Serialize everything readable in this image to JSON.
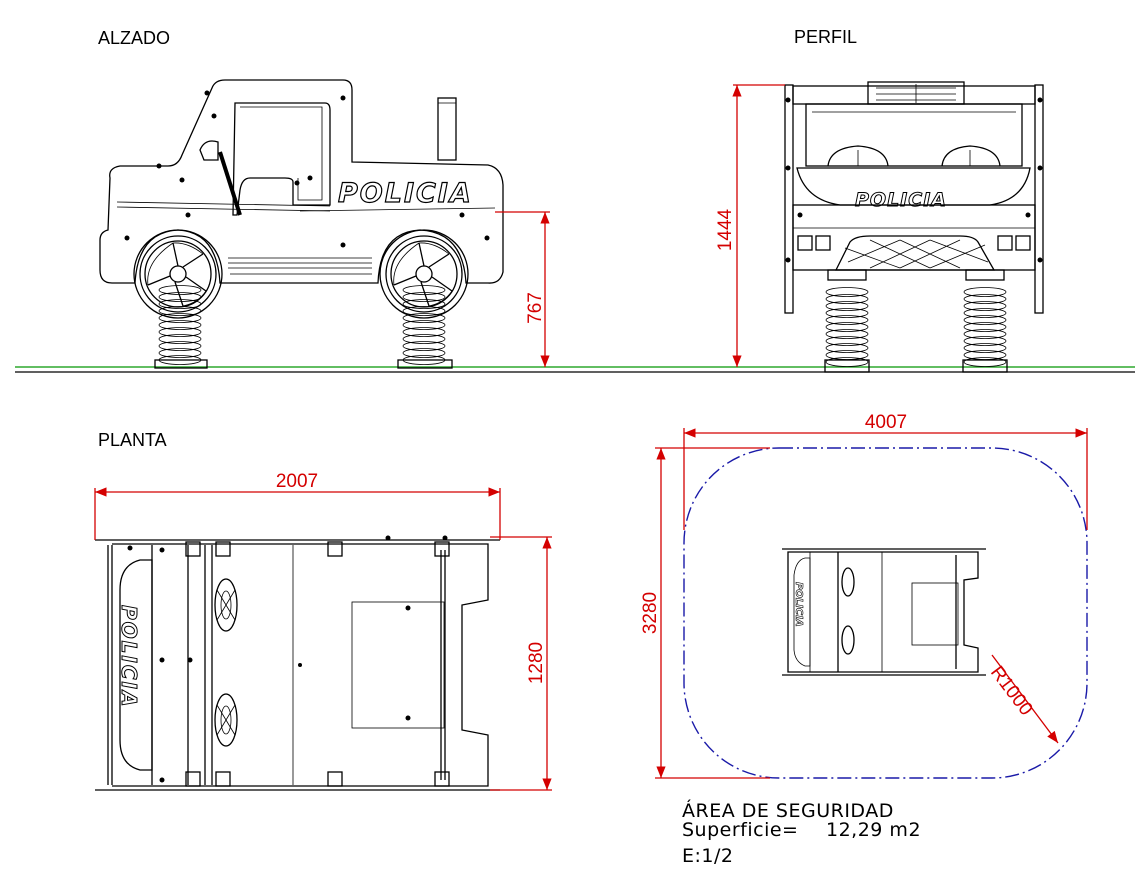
{
  "views": {
    "elevation_title": "ALZADO",
    "profile_title": "PERFIL",
    "plan_title": "PLANTA"
  },
  "vehicle_lettering": "POLICIA",
  "dimensions": {
    "elevation_height": "767",
    "profile_height": "1444",
    "plan_length": "2007",
    "plan_width": "1280",
    "area_length": "4007",
    "area_width": "3280",
    "area_radius": "R1000"
  },
  "safety_area": {
    "title": "ÁREA DE SEGURIDAD",
    "surface_label": "Superficie=",
    "surface_value": "12,29 m2",
    "scale": "E:1/2"
  },
  "colors": {
    "dimension": "#d40000",
    "ground": "#2ea82e",
    "safety_boundary": "#1a1aa8",
    "linework": "#000000"
  }
}
